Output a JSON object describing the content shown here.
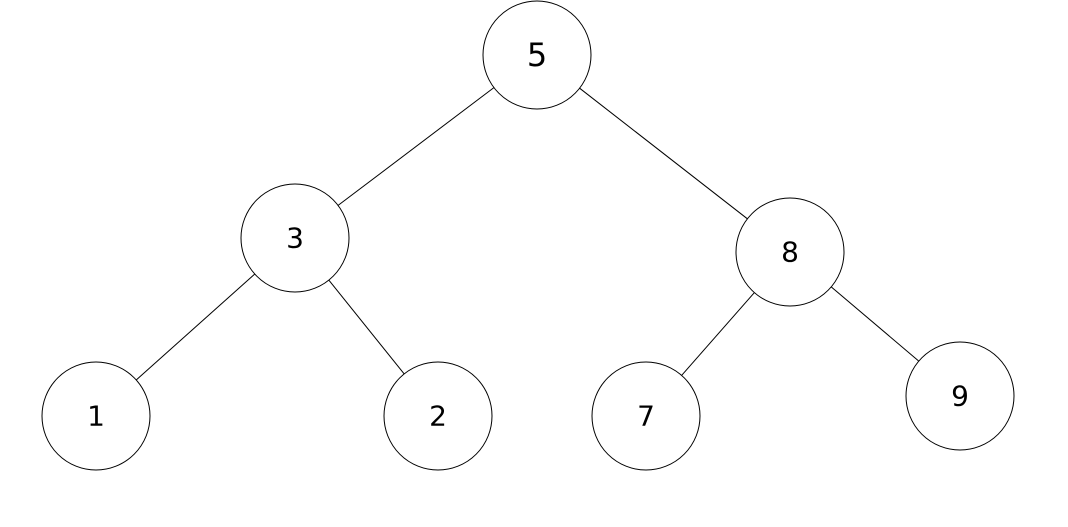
{
  "tree": {
    "nodes": [
      {
        "id": "n5",
        "label": "5"
      },
      {
        "id": "n3",
        "label": "3"
      },
      {
        "id": "n8",
        "label": "8"
      },
      {
        "id": "n1",
        "label": "1"
      },
      {
        "id": "n2",
        "label": "2"
      },
      {
        "id": "n7",
        "label": "7"
      },
      {
        "id": "n9",
        "label": "9"
      }
    ],
    "edges": [
      {
        "from": "n5",
        "to": "n3"
      },
      {
        "from": "n5",
        "to": "n8"
      },
      {
        "from": "n3",
        "to": "n1"
      },
      {
        "from": "n3",
        "to": "n2"
      },
      {
        "from": "n8",
        "to": "n7"
      },
      {
        "from": "n8",
        "to": "n9"
      }
    ]
  }
}
